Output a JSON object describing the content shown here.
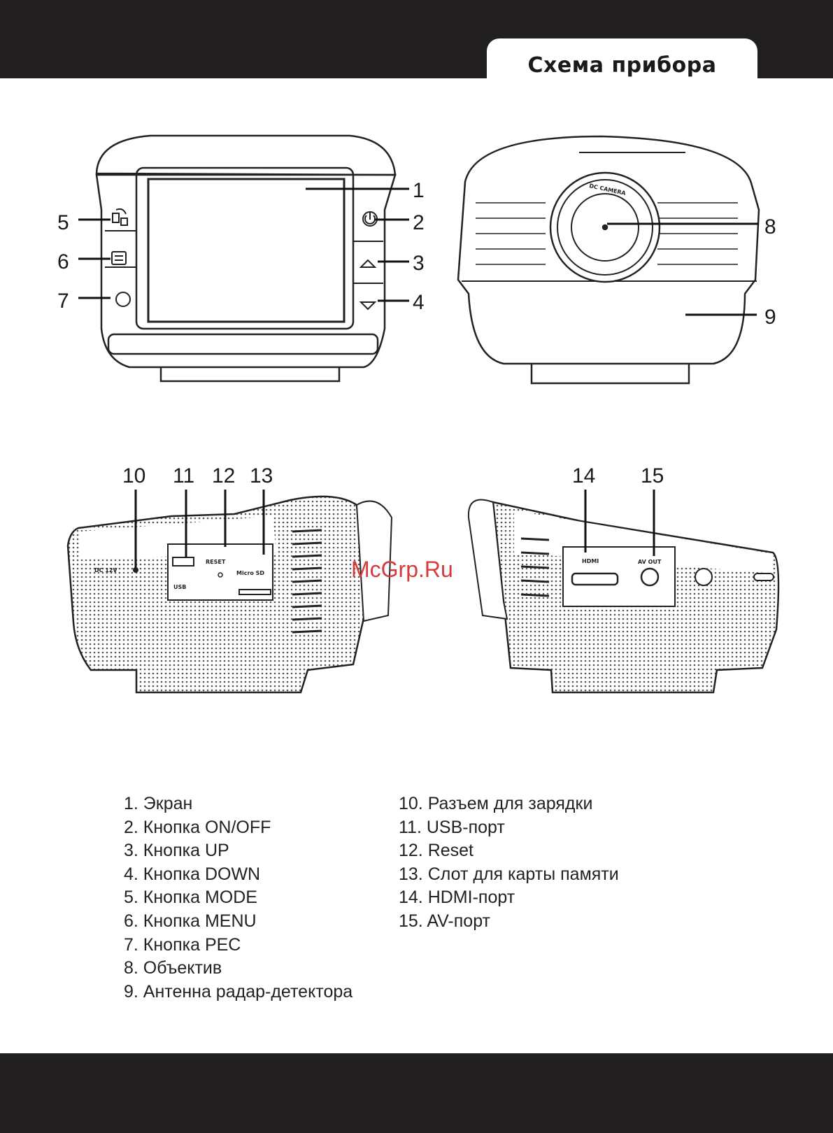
{
  "page": {
    "title": "Схема прибора",
    "watermark": "McGrp.Ru"
  },
  "callouts": [
    "1",
    "2",
    "3",
    "4",
    "5",
    "6",
    "7",
    "8",
    "9",
    "10",
    "11",
    "12",
    "13",
    "14",
    "15"
  ],
  "port_labels": {
    "dc": "DC 12V",
    "usb": "USB",
    "reset": "RESET",
    "microsd": "Micro SD",
    "hdmi": "HDMI",
    "av": "AV OUT",
    "lens_ring": "DC CAMERA"
  },
  "legend": {
    "left": [
      "1. Экран",
      "2. Кнопка ON/OFF",
      "3. Кнопка UP",
      "4. Кнопка DOWN",
      "5. Кнопка MODE",
      "6. Кнопка MENU",
      "7. Кнопка РЕС",
      "8. Объектив",
      "9. Антенна радар-детектора"
    ],
    "right": [
      "10. Разъем для зарядки",
      "11. USB-порт",
      "12. Reset",
      "13. Слот для карты памяти",
      "14. HDMI-порт",
      "15. AV-порт"
    ]
  },
  "icons": [
    "power-icon",
    "up-arrow-icon",
    "down-arrow-icon",
    "mode-icon",
    "menu-icon",
    "record-icon"
  ],
  "colors": {
    "bar": "#221f20",
    "ink": "#1a1a1a",
    "watermark": "#d63a3a"
  }
}
